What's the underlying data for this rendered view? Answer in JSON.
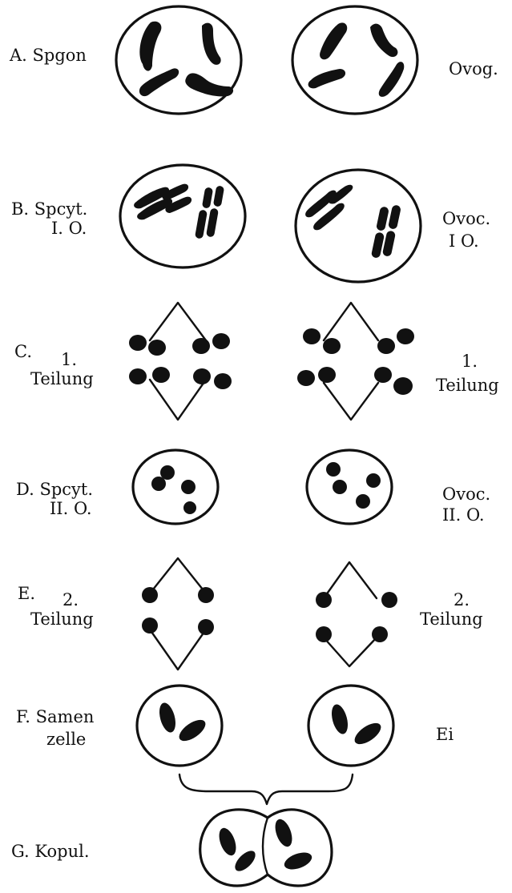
{
  "colors": {
    "ink": "#111111",
    "paper": "#ffffff"
  },
  "rows": [
    {
      "left_label": "A. Spgon",
      "right_label": "Ovog."
    },
    {
      "left_label": "B. Spcyt.",
      "left_label_2": "I. O.",
      "right_label": "Ovoc.",
      "right_label_2": "I O."
    },
    {
      "left_label": "C.",
      "left_label_num": "1.",
      "left_label_2": "Teilung",
      "right_label": "1.",
      "right_label_2": "Teilung"
    },
    {
      "left_label": "D. Spcyt.",
      "left_label_2": "II. O.",
      "right_label": "Ovoc.",
      "right_label_2": "II. O."
    },
    {
      "left_label": "E.",
      "left_label_num": "2.",
      "left_label_2": "Teilung",
      "right_label": "2.",
      "right_label_2": "Teilung"
    },
    {
      "left_label": "F. Samen",
      "left_label_2": "zelle",
      "right_label": "Ei"
    },
    {
      "left_label": "G. Kopul."
    }
  ]
}
